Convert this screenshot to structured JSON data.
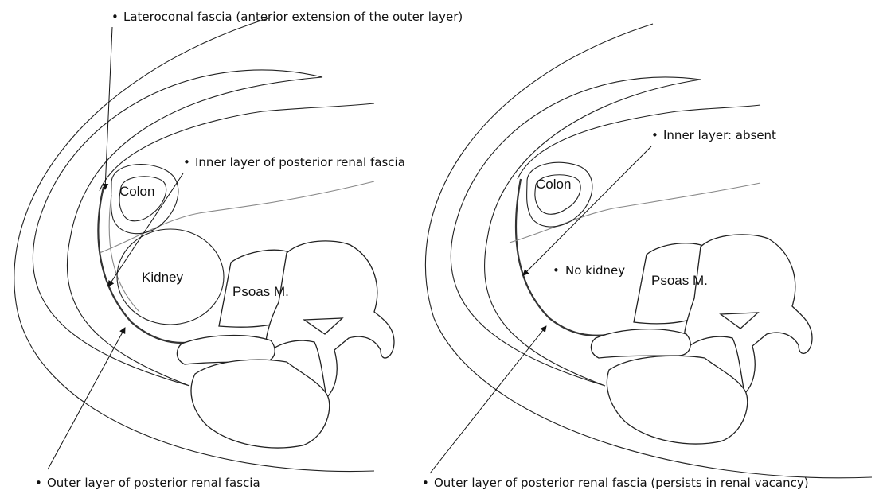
{
  "left_panel": {
    "labels": {
      "lateroconal": "Lateroconal fascia (anterior extension of the outer layer)",
      "inner_layer": "Inner layer of posterior renal fascia",
      "outer_layer": "Outer layer of posterior renal fascia"
    },
    "organs": {
      "colon": "Colon",
      "kidney": "Kidney",
      "psoas": "Psoas M."
    }
  },
  "right_panel": {
    "labels": {
      "inner_layer": "Inner layer: absent",
      "no_kidney": "No kidney",
      "outer_layer": "Outer layer of posterior renal fascia (persists in renal vacancy)"
    },
    "organs": {
      "colon": "Colon",
      "psoas": "Psoas M."
    }
  },
  "colors": {
    "line": "#222222",
    "muted_line": "#888888",
    "text": "#111111",
    "background": "#ffffff"
  }
}
